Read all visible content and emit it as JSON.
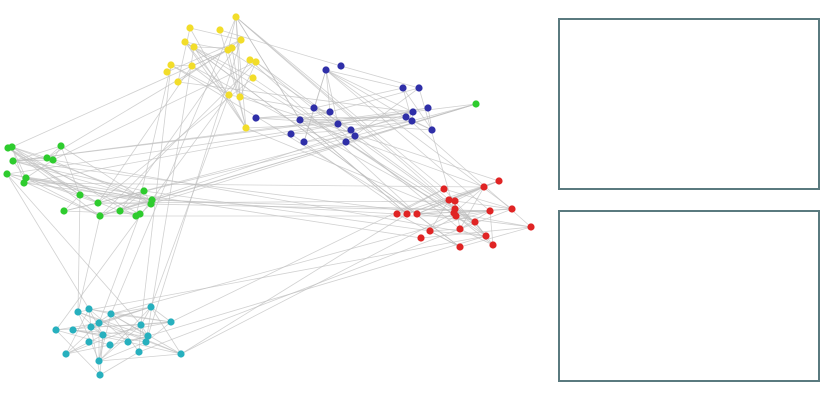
{
  "colors": {
    "edge": "#bdbdbd",
    "frame": "#5a7a7f",
    "clusters": {
      "yellow": "#f2dd2a",
      "blue": "#2f2fa8",
      "green": "#2ecc2e",
      "red": "#e02424",
      "teal": "#27b0be"
    },
    "panel_top_nodes": "#e01030",
    "panel_bottom_nodes": "#27b0be"
  },
  "graph": {
    "description_free": true,
    "node_count": 100
  },
  "panels": {
    "top": {
      "node_color_key": "panel_top_nodes"
    },
    "bottom": {
      "node_color_key": "panel_bottom_nodes"
    }
  }
}
